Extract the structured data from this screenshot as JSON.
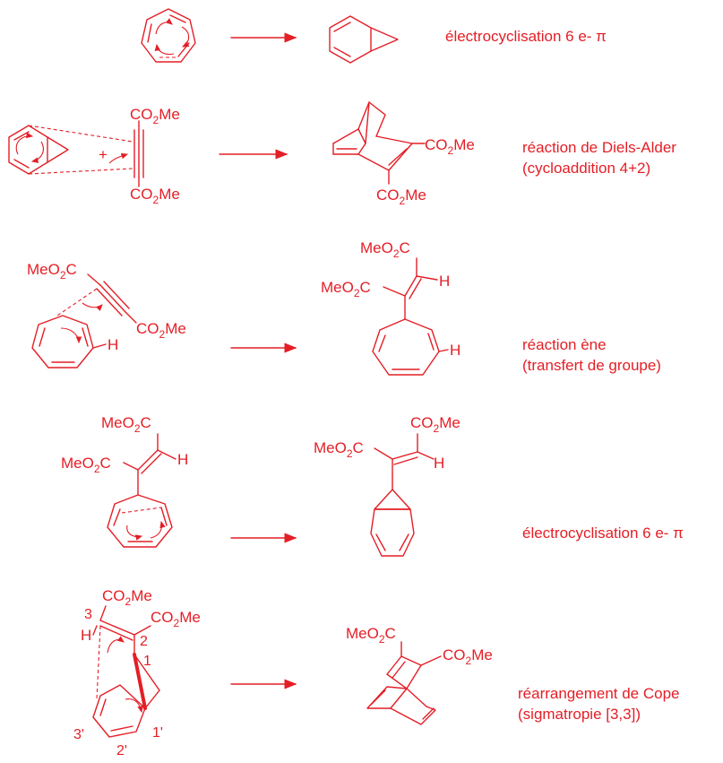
{
  "reactions": [
    {
      "label": "électrocyclisation 6 e- π"
    },
    {
      "label_line1": "réaction de Diels-Alder",
      "label_line2": "(cycloaddition 4+2)"
    },
    {
      "label_line1": "réaction ène",
      "label_line2": "(transfert de groupe)"
    },
    {
      "label": "électrocyclisation 6 e- π"
    },
    {
      "label_line1": "réarrangement de Cope",
      "label_line2": "(sigmatropie [3,3])"
    }
  ],
  "groups": {
    "co2me": "CO2Me",
    "meo2c": "MeO2C",
    "h": "H",
    "plus": "+"
  },
  "atom_numbers": {
    "n1": "1",
    "n2": "2",
    "n3": "3",
    "n1p": "1'",
    "n2p": "2'",
    "n3p": "3'"
  },
  "colors": {
    "primary": "#e41e26",
    "background": "#ffffff"
  }
}
